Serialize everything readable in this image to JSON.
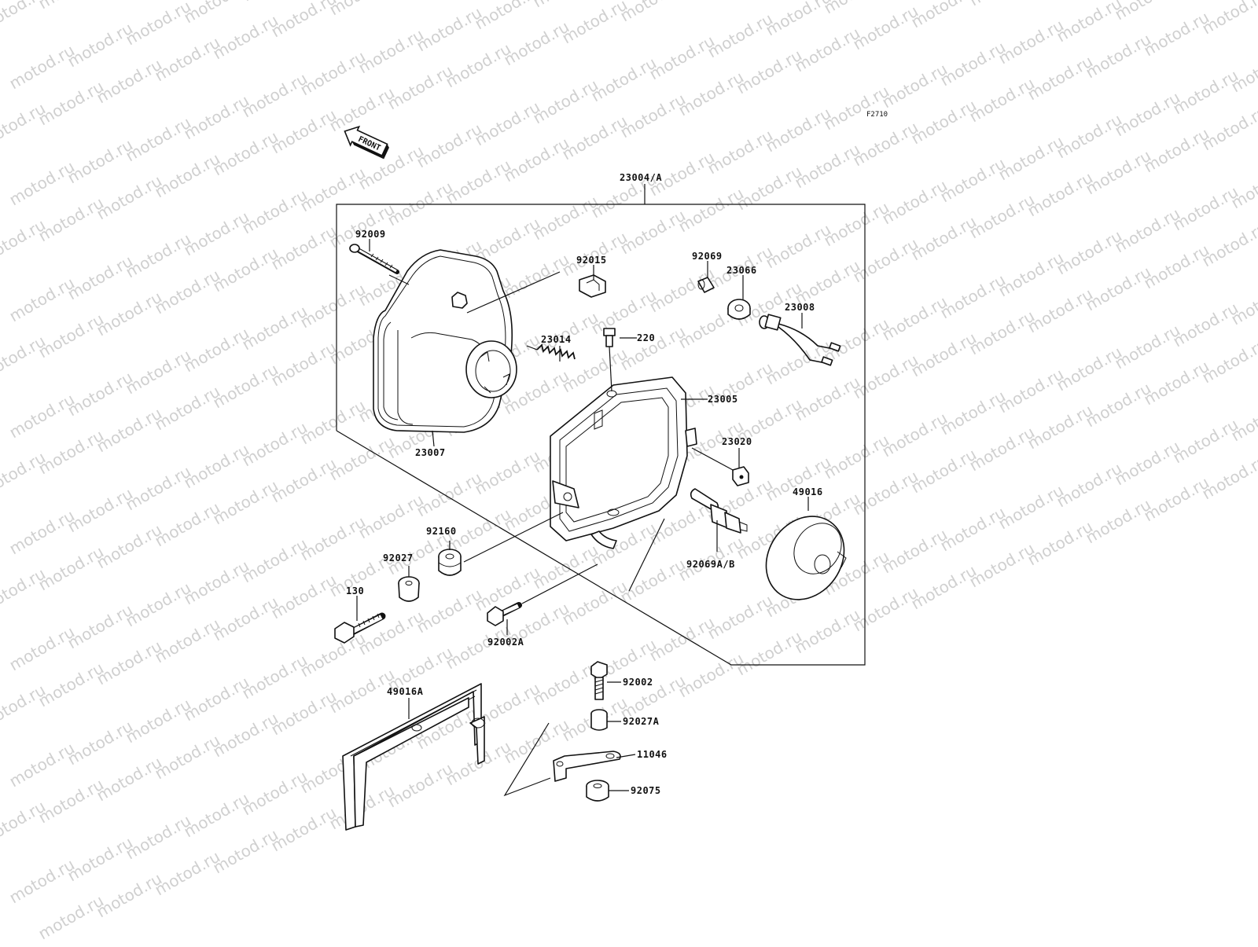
{
  "figure_code": "F2710",
  "direction_label": "FRONT",
  "watermark_text": "motod.ru",
  "callouts": {
    "c23004A": "23004/A",
    "c92009": "92009",
    "c92015": "92015",
    "c92069": "92069",
    "c23066": "23066",
    "c23008": "23008",
    "c220": "220",
    "c23014": "23014",
    "c23005": "23005",
    "c23020": "23020",
    "c23007": "23007",
    "c49016": "49016",
    "c92160": "92160",
    "c92027": "92027",
    "c130": "130",
    "c92069AB": "92069A/B",
    "c92002A": "92002A",
    "c49016A": "49016A",
    "c92002": "92002",
    "c92027A": "92027A",
    "c11046": "11046",
    "c92075": "92075"
  }
}
